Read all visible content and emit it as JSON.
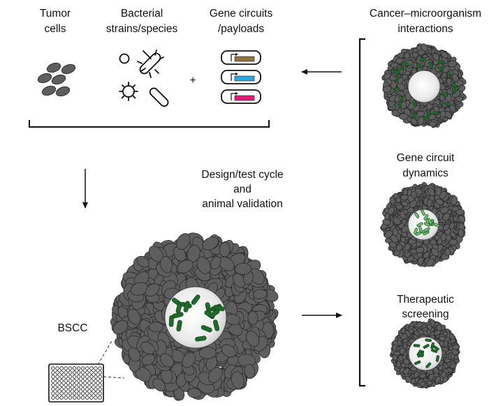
{
  "labels": {
    "tumor_cells": [
      "Tumor",
      "cells"
    ],
    "bacterial": [
      "Bacterial",
      "strains/species"
    ],
    "gene_circuits": [
      "Gene circuits",
      "/payloads"
    ],
    "interactions": [
      "Cancer–microorganism",
      "interactions"
    ],
    "design": [
      "Design/test cycle",
      "and",
      "animal validation"
    ],
    "gene_dynamics": [
      "Gene circuit",
      "dynamics"
    ],
    "therapeutic": [
      "Therapeutic",
      "screening"
    ],
    "bscc": "BSCC",
    "plus": "+"
  },
  "colors": {
    "tumor_cell": "#5e5e5e",
    "tumor_cell_outline": "#2a2a2a",
    "bacteria_dark": "#1f6b2c",
    "bacteria_light": "#6cc36d",
    "payload_brown": "#8e7440",
    "payload_blue": "#2aa7dd",
    "payload_magenta": "#e0197a"
  }
}
